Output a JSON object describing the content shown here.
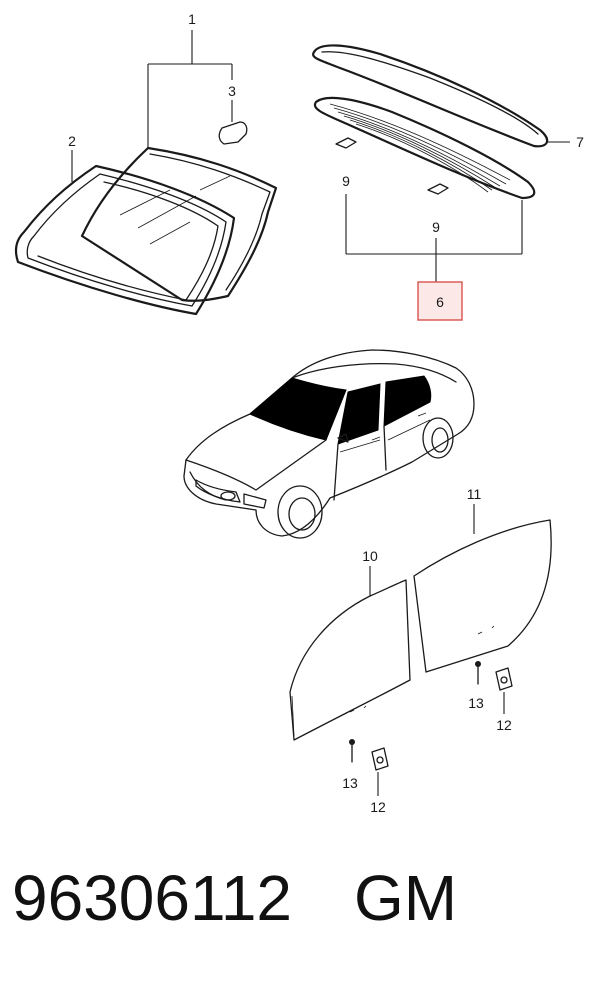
{
  "callouts": {
    "c1": "1",
    "c2": "2",
    "c3": "3",
    "c6": "6",
    "c7": "7",
    "c9a": "9",
    "c9b": "9",
    "c10": "10",
    "c11": "11",
    "c12a": "12",
    "c12b": "12",
    "c13a": "13",
    "c13b": "13"
  },
  "highlight": {
    "callout": "6",
    "fill": "#fde8e8",
    "border": "#d9534f"
  },
  "footer": {
    "part_number": "96306112",
    "brand": "GM"
  }
}
